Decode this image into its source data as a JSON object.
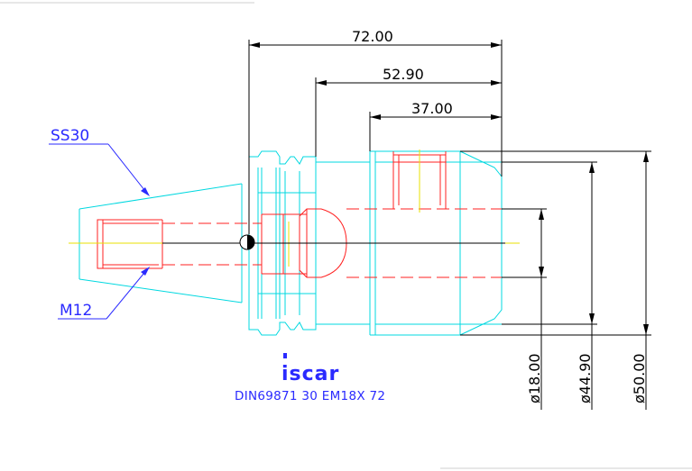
{
  "dimensions": {
    "overall_length": "72.00",
    "middle_length": "52.90",
    "short_length": "37.00",
    "dia_bore": "ø18.00",
    "dia_body": "ø44.90",
    "dia_flange": "ø50.00"
  },
  "labels": {
    "taper": "SS30",
    "thread": "M12"
  },
  "brand": {
    "logo": "iscar",
    "designation": "DIN69871 30 EM18X 72"
  },
  "colors": {
    "outline": "#00d8e0",
    "hidden": "#ff2020",
    "center": "#e8e000",
    "dimension": "#000000",
    "annotation": "#2a2aff"
  }
}
